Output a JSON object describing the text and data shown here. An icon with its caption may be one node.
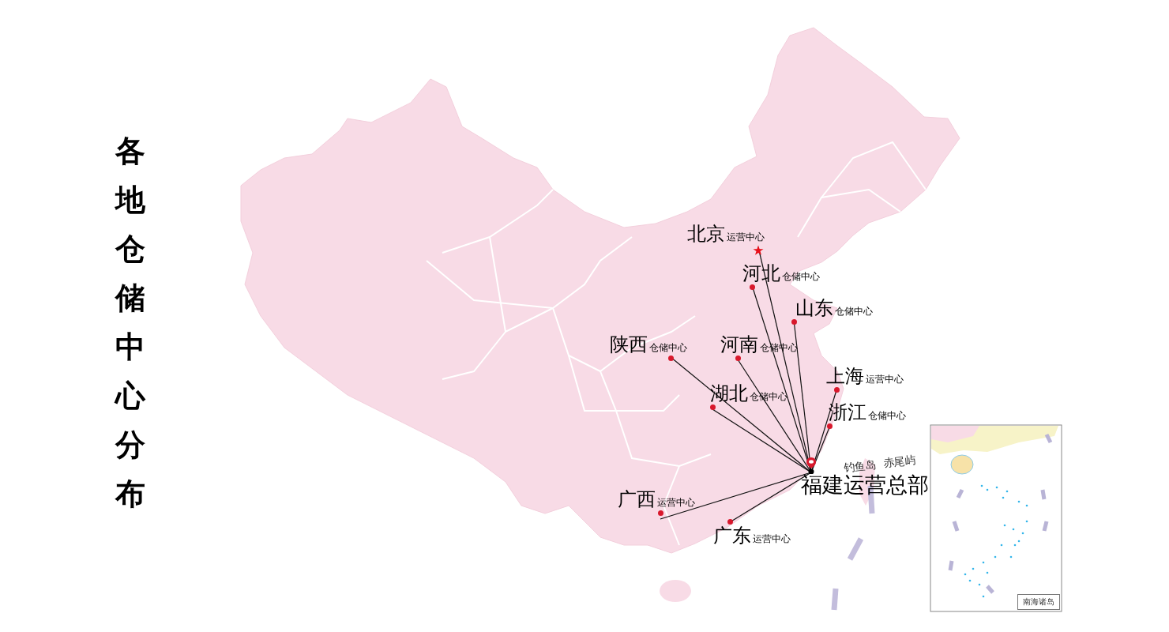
{
  "diagram": {
    "title": "各地仓储中心分布",
    "nodes": [
      {
        "text": [
          "福建运营总部"
        ]
      },
      {
        "text": [
          "北京",
          "运营中心"
        ]
      },
      {
        "text": [
          "河北",
          "仓储中心"
        ]
      },
      {
        "text": [
          "山东",
          "仓储中心"
        ]
      },
      {
        "text": [
          "陕西",
          "仓储中心"
        ]
      },
      {
        "text": [
          "河南",
          "仓储中心"
        ]
      },
      {
        "text": [
          "上海",
          "运营中心"
        ]
      },
      {
        "text": [
          "湖北",
          "仓储中心"
        ]
      },
      {
        "text": [
          "浙江",
          "仓储中心"
        ]
      },
      {
        "text": [
          "广西",
          "运营中心"
        ]
      },
      {
        "text": [
          "广东",
          "运营中心"
        ]
      }
    ],
    "edges": [
      {
        "from": 1,
        "to": 0,
        "arrow": "none"
      },
      {
        "from": 2,
        "to": 0,
        "arrow": "none"
      },
      {
        "from": 3,
        "to": 0,
        "arrow": "none"
      },
      {
        "from": 4,
        "to": 0,
        "arrow": "none"
      },
      {
        "from": 5,
        "to": 0,
        "arrow": "none"
      },
      {
        "from": 6,
        "to": 0,
        "arrow": "none"
      },
      {
        "from": 7,
        "to": 0,
        "arrow": "none"
      },
      {
        "from": 8,
        "to": 0,
        "arrow": "none"
      },
      {
        "from": 9,
        "to": 0,
        "arrow": "none"
      },
      {
        "from": 10,
        "to": 0,
        "arrow": "none"
      }
    ],
    "labels": [
      "钓鱼岛",
      "赤尾屿",
      "南海诸岛"
    ]
  }
}
